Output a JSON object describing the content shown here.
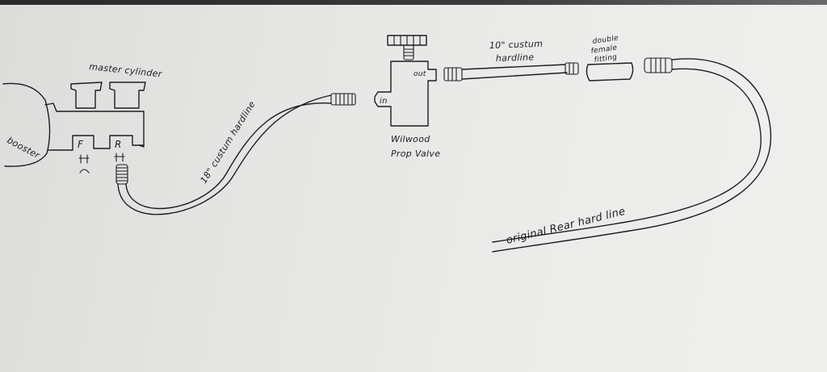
{
  "labels": {
    "booster": "booster",
    "master_cylinder": "master cylinder",
    "front_port": "F",
    "rear_port": "R",
    "custom_18_hardline": "18\" custum hardline",
    "prop_valve_in": "in",
    "prop_valve_out": "out",
    "prop_valve_name_line1": "Wilwood",
    "prop_valve_name_line2": "Prop Valve",
    "custom_10_hardline_line1": "10\" custum",
    "custom_10_hardline_line2": "hardline",
    "double_female_line1": "double",
    "double_female_line2": "female",
    "double_female_line3": "fitting",
    "original_rear_hardline": "original Rear hard line"
  },
  "colors": {
    "ink": "#1d1d1f",
    "paper": "#ececea"
  }
}
